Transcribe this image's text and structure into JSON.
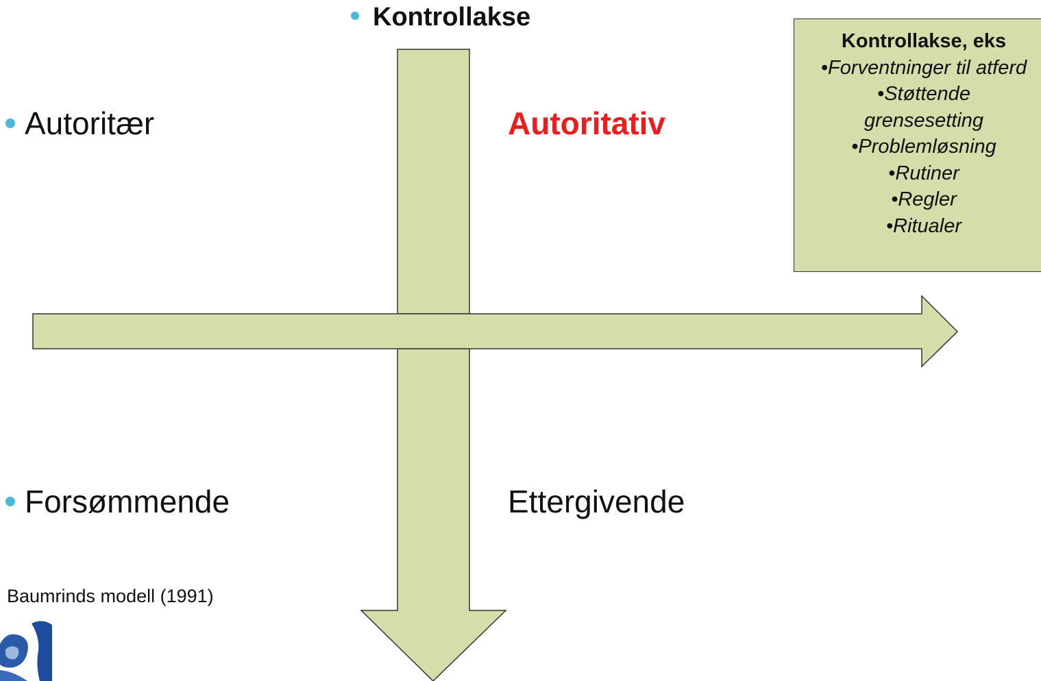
{
  "axis_title": "Kontrollakse",
  "quadrants": {
    "top_left": "Autoritær",
    "top_right": "Autoritativ",
    "bottom_left": "Forsømmende",
    "bottom_right": "Ettergivende"
  },
  "infobox": {
    "title": "Kontrollakse, eks",
    "items": [
      "•Forventninger til atferd",
      "•Støttende",
      "grensesetting",
      "•Problemløsning",
      "•Rutiner",
      "•Regler",
      "•Ritualer"
    ]
  },
  "caption": "Baumrinds modell (1991)",
  "colors": {
    "arrow_fill": "#d6dcaa",
    "arrow_stroke": "#333333",
    "bullet": "#4cb8d6",
    "highlight": "#ee1c1c"
  },
  "icons": {
    "logo": "child-photo-logo"
  }
}
